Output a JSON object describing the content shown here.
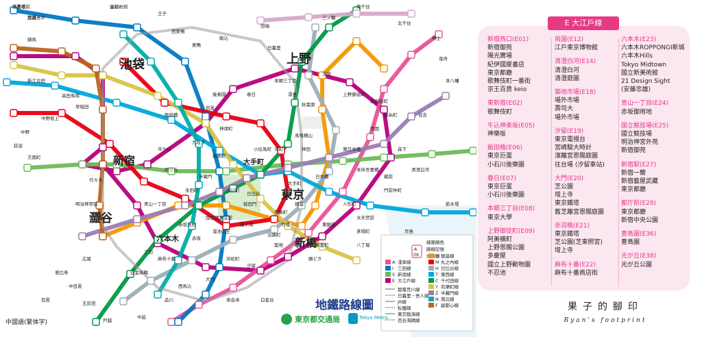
{
  "map": {
    "title": "地鐵路線圖",
    "operator_toei": "東京都交通局",
    "operator_metro": "Tokyo Metro",
    "language_label": "中國語(繁体字)",
    "legend_header": "線路顏色",
    "legend_sub1": "路線記號",
    "legend_sub2": "站編號",
    "legend_sample_letter": "A",
    "legend_sample_num": "06",
    "hub_labels": [
      "池袋",
      "上野",
      "新宿",
      "大手町",
      "東京",
      "澀谷",
      "新橋",
      "六本木"
    ],
    "station_labels": [
      "高島平",
      "西高島平",
      "赤羽岩淵",
      "王子",
      "西巣鴨",
      "巣鴨",
      "駒込",
      "田端",
      "日暮里",
      "三ノ輪",
      "南千住",
      "北千住",
      "押上",
      "曳舟",
      "本八幡",
      "練馬",
      "新江古田",
      "中野坂上",
      "中野",
      "荻窪",
      "方南町",
      "高田馬場",
      "早稲田",
      "飯田橋",
      "九段下",
      "神保町",
      "秋葉原",
      "浅草",
      "両国",
      "錦糸町",
      "住吉",
      "門前仲町",
      "森下",
      "清澄白河",
      "月島",
      "豊洲",
      "新木場",
      "日本橋",
      "銀座",
      "有楽町",
      "霞ケ関",
      "赤坂見附",
      "四ツ谷",
      "市ケ谷",
      "青山一丁目",
      "表参道",
      "明治神宮前",
      "代々木",
      "広尾",
      "恵比寿",
      "目黒",
      "白金高輪",
      "三田",
      "大門",
      "浜松町",
      "汐留",
      "築地",
      "勝どき",
      "麻布十番",
      "赤坂",
      "溜池山王",
      "国会議事堂前",
      "永田町",
      "半蔵門",
      "桜田門",
      "日比谷",
      "大手町",
      "神田",
      "人形町",
      "水天宮前",
      "茅場町",
      "八丁堀",
      "新富町",
      "東銀座",
      "中目黒",
      "五反田",
      "戸越",
      "中延",
      "西馬込",
      "泉岳寺",
      "品川",
      "白金台",
      "目黒",
      "後楽園",
      "春日",
      "本郷三丁目",
      "湯島",
      "上野御徒町",
      "新御徒町",
      "蔵前",
      "本所吾妻橋",
      "東日本橋",
      "馬喰横山",
      "浜町",
      "小伝馬町",
      "岩本町",
      "小川町",
      "淡路町",
      "竹橋",
      "二重橋前",
      "京橋",
      "宝町"
    ],
    "legend_lines": [
      {
        "code": "A",
        "name": "淺草線",
        "color": "#e85298"
      },
      {
        "code": "I",
        "name": "三田線",
        "color": "#0079c2"
      },
      {
        "code": "S",
        "name": "新宿線",
        "color": "#6cbb5a"
      },
      {
        "code": "E",
        "name": "大江戶線",
        "color": "#b6007a"
      },
      {
        "code": "G",
        "name": "銀座線",
        "color": "#f39700"
      },
      {
        "code": "M",
        "name": "丸之內線",
        "color": "#e60012"
      },
      {
        "code": "H",
        "name": "日比谷線",
        "color": "#9caeb7"
      },
      {
        "code": "T",
        "name": "東西線",
        "color": "#00a7db"
      },
      {
        "code": "C",
        "name": "千代田線",
        "color": "#009944"
      },
      {
        "code": "Y",
        "name": "有樂町線",
        "color": "#d7c447"
      },
      {
        "code": "Z",
        "name": "半藏門線",
        "color": "#9b7cb6"
      },
      {
        "code": "N",
        "name": "南北線",
        "color": "#00ada9"
      },
      {
        "code": "F",
        "name": "副都心線",
        "color": "#bb641d"
      }
    ],
    "legend_other": [
      "都電荒川線",
      "日暮里・舍人線",
      "JR線",
      "私鐵線",
      "東京臨海線",
      "百合海鷗線"
    ]
  },
  "panel": {
    "title": "E 大江戶線",
    "columns": [
      [
        {
          "head": "新宿西口(E01)",
          "items": [
            "新宿御苑",
            "陽光廣場",
            "紀伊國屋書店",
            "東京都廳",
            "歌舞伎町一番街",
            "京王百貨 keio"
          ]
        },
        {
          "head": "東新宿(E02)",
          "items": [
            "歌舞伎町"
          ]
        },
        {
          "head": "牛込神楽坂(E05)",
          "items": [
            "神樂坂"
          ]
        },
        {
          "head": "飯田橋(E06)",
          "items": [
            "東京巨蛋",
            "小石川後樂園"
          ]
        },
        {
          "head": "春日(E07)",
          "items": [
            "東京巨蛋",
            "小石川後樂園"
          ]
        },
        {
          "head": "本郷三丁目(E08)",
          "items": [
            "東京大學"
          ]
        },
        {
          "head": "上野御徒町(E09)",
          "items": [
            "阿美橫町",
            "上野恩賜公園",
            "多慶屋",
            "國立上野動物園",
            "不忍池"
          ]
        }
      ],
      [
        {
          "head": "両国(E12)",
          "items": [
            "江戶東京博物館"
          ]
        },
        {
          "head": "清澄白河(E14)",
          "items": [
            "清澄白河",
            "清澄庭園"
          ]
        },
        {
          "head": "築地市場(E18)",
          "items": [
            "場外市場",
            "壽司大",
            "場外市場"
          ]
        },
        {
          "head": "汐留(E19)",
          "items": [
            "東京電視台",
            "宮崎駿大時計",
            "濱離宮恩賜庭園",
            "往台場 (汐留車站)"
          ]
        },
        {
          "head": "大門(E20)",
          "items": [
            "芝公園",
            "增上寺",
            "東京鐵塔",
            "舊芝離宮恩賜庭園"
          ]
        },
        {
          "head": "赤羽橋(E21)",
          "items": [
            "東京鐵塔",
            "芝公園(芝東照宮)",
            "增上寺"
          ]
        },
        {
          "head": "麻布十番(E22)",
          "items": [
            "麻布十番商店街"
          ]
        }
      ],
      [
        {
          "head": "六本木(E23)",
          "items": [
            "六本木ROPPONGI新城",
            "六本木Hills",
            "Tokyo Midtown",
            "國立新美術館",
            "21 Design Sight",
            "(安藤忠雄)"
          ]
        },
        {
          "head": "青山一丁目(E24)",
          "items": [
            "赤坂御用地"
          ]
        },
        {
          "head": "国立競技場(E25)",
          "items": [
            "國立競技場",
            "明治神宮外苑",
            "新宿御苑"
          ]
        },
        {
          "head": "新宿駅(E27)",
          "items": [
            "新宿一蘭",
            "新宿藝屋武藏",
            "東京都廳"
          ]
        },
        {
          "head": "都庁前(E28)",
          "items": [
            "東京都廳",
            "新宿中央公園"
          ]
        },
        {
          "head": "豊島園(E36)",
          "items": [
            "豊島園"
          ]
        },
        {
          "head": "光が丘(E38)",
          "items": [
            "光が丘公園"
          ]
        }
      ]
    ]
  },
  "brand": {
    "title": "果子的腳印",
    "subtitle": "Ryan's footprint"
  },
  "chart_data": {
    "type": "network-map",
    "title": "地鐵路線圖",
    "lines": [
      {
        "code": "A",
        "name": "淺草線",
        "color": "#e85298"
      },
      {
        "code": "I",
        "name": "三田線",
        "color": "#0079c2"
      },
      {
        "code": "S",
        "name": "新宿線",
        "color": "#6cbb5a"
      },
      {
        "code": "E",
        "name": "大江戶線",
        "color": "#b6007a"
      },
      {
        "code": "G",
        "name": "銀座線",
        "color": "#f39700"
      },
      {
        "code": "M",
        "name": "丸之內線",
        "color": "#e60012"
      },
      {
        "code": "H",
        "name": "日比谷線",
        "color": "#9caeb7"
      },
      {
        "code": "T",
        "name": "東西線",
        "color": "#00a7db"
      },
      {
        "code": "C",
        "name": "千代田線",
        "color": "#009944"
      },
      {
        "code": "Y",
        "name": "有樂町線",
        "color": "#d7c447"
      },
      {
        "code": "Z",
        "name": "半藏門線",
        "color": "#9b7cb6"
      },
      {
        "code": "N",
        "name": "南北線",
        "color": "#00ada9"
      },
      {
        "code": "F",
        "name": "副都心線",
        "color": "#bb641d"
      }
    ]
  }
}
